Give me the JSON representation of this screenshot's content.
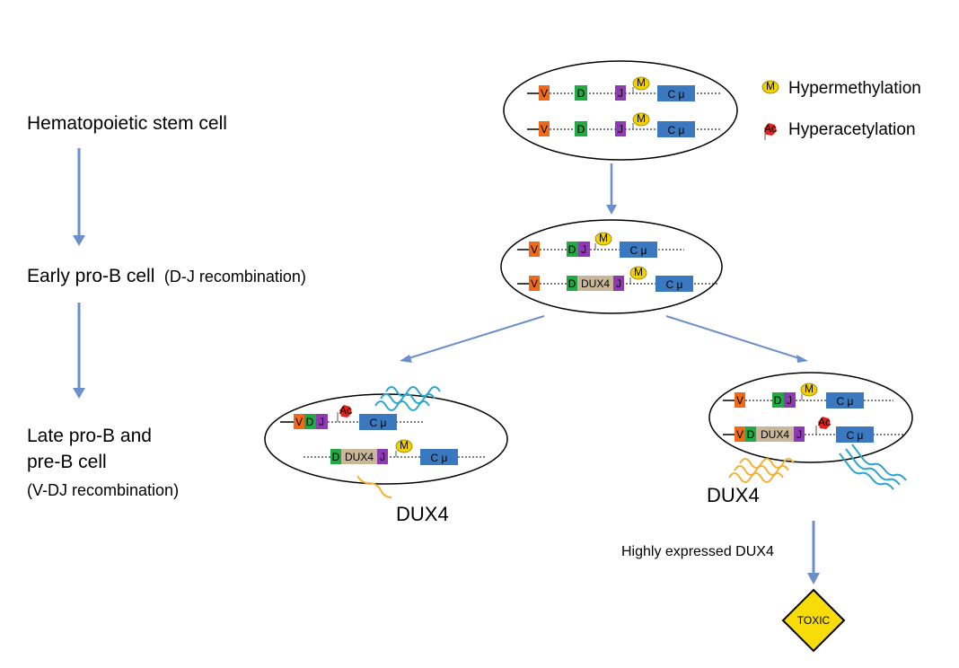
{
  "stages": {
    "hsc": "Hematopoietic stem cell",
    "early_main": "Early pro-B cell",
    "early_paren": "(D-J recombination)",
    "late_line1": "Late pro-B and",
    "late_line2": "pre-B cell",
    "late_paren": "(V-DJ recombination)"
  },
  "legend": {
    "methylation_label": "Hypermethylation",
    "acetylation_label": "Hyperacetylation",
    "methylation_mark": "M",
    "acetylation_mark": "Ac"
  },
  "segments": {
    "v": "V",
    "d": "D",
    "j": "J",
    "c_mu": "C μ",
    "dux4_insert": "DUX4"
  },
  "labels": {
    "dux4_left": "DUX4",
    "dux4_right": "DUX4",
    "highly_expressed": "Highly expressed DUX4",
    "toxic": "TOXIC"
  },
  "colors": {
    "v_segment": "#ee6a1b",
    "d_segment": "#22a845",
    "j_segment": "#8e3bb3",
    "c_segment": "#3a78c0",
    "dux4_segment": "#c9b79a",
    "arrow": "#6a8fcb",
    "methyl_mark": "#f1d200",
    "acetyl_mark": "#e2221c",
    "transcript_blue": "#29a7cf",
    "transcript_orange": "#f2b233",
    "toxic_fill": "#f7dc07"
  }
}
